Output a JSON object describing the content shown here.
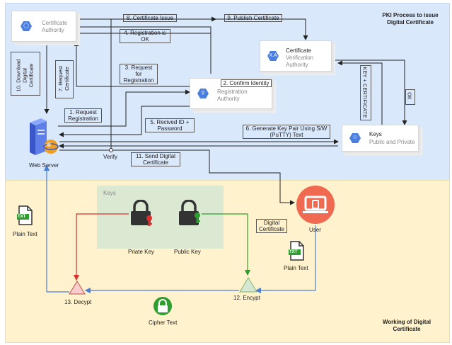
{
  "headings": {
    "pki_title": "PKI Process to issue\nDigital Certificate",
    "working_title": "Working of Digital\nCertificate"
  },
  "nodes": {
    "ca": {
      "title": "Certificate",
      "subtitle": "Authority"
    },
    "cva": {
      "title": "Certificate",
      "subtitle": "Verification\nAuthority",
      "icon_text": "X.A"
    },
    "ra": {
      "title": "Registration",
      "subtitle": "Authority"
    },
    "keys": {
      "title": "Keys",
      "subtitle": "Public and Private"
    },
    "web_server": "Web Server",
    "verify": "Verify",
    "user": "User",
    "keys_panel": "Keys",
    "private_key": "Priate Key",
    "public_key": "Public Key",
    "plain_text_left": "Plain Text",
    "plain_text_right": "Plain Text",
    "cipher_text": "Cipher Text",
    "decrypt": "13. Decypt",
    "encrypt": "12. Encypt",
    "digital_certificate": "Digital\nCertificate",
    "txt_badge": "TXT"
  },
  "steps": {
    "s1": "1. Request\nRegistration",
    "s2": "2. Confirm Identity",
    "s3": "3. Request\nfor\nRegistration",
    "s4": "4. Registration is\nOK",
    "s5": "5. Recived ID +\nPassword",
    "s6": "6. Generate Key Pair Using S/W\n(PuTTY) Text",
    "s7": "7. Request\nCertificate",
    "s8": "8. Certificate Issue",
    "s9": "9. Publish Certificate",
    "s10": "10. Download\nDigital\nCertificate",
    "s11": "11. Send Digital\nCertificate",
    "key_cert": "KEY + CERTIFICATE",
    "ok": "OK"
  },
  "colors": {
    "pki_bg": "#dae8fc",
    "working_bg": "#fff2cc",
    "keys_bg": "#d5e8d4",
    "red": "#d93030",
    "green": "#2e9e2e",
    "blue": "#4a7fd6",
    "user_circle": "#ef6a50"
  }
}
